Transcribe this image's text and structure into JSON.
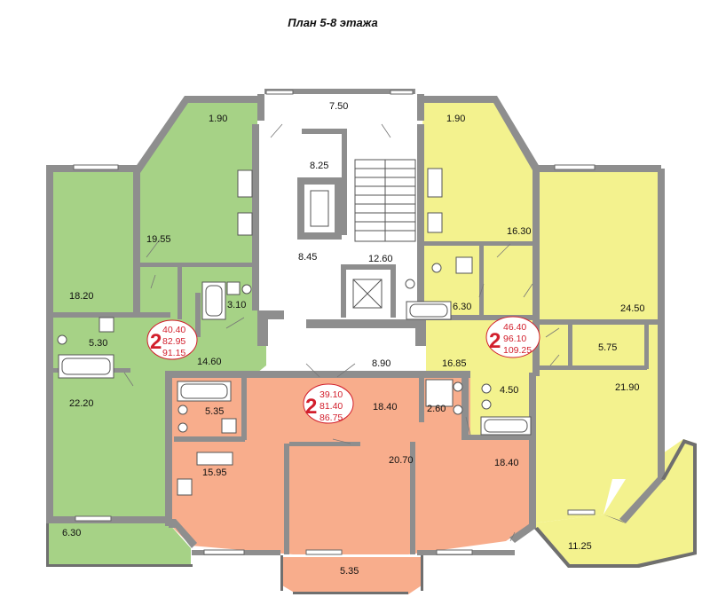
{
  "title": "План 5-8 этажа",
  "colors": {
    "green_apartment": "#a6d286",
    "yellow_apartment": "#f3f28e",
    "orange_apartment": "#f8ad8c",
    "common_area": "#ffffff",
    "badge_red": "#d21f2c",
    "wall": "#8e8e8e"
  },
  "rooms": {
    "g_balcony_top": "1.90",
    "g_kitchen": "19.55",
    "g_room_left": "18.20",
    "g_bath": "3.10",
    "g_wc": "5.30",
    "g_hall": "14.60",
    "g_room_bottom": "22.20",
    "g_balcony_bottom": "6.30",
    "c_landing_top": "7.50",
    "c_hall_a": "8.25",
    "c_hall_b": "8.45",
    "c_stairs": "12.60",
    "c_corridor": "8.90",
    "y_balcony_top": "1.90",
    "y_kitchen": "16.30",
    "y_bath": "6.30",
    "y_hall": "16.85",
    "y_room_top": "24.50",
    "y_storage": "5.75",
    "y_room_mid": "21.90",
    "y_wc": "4.50",
    "y_balcony_bottom": "11.25",
    "o_bath": "5.35",
    "o_hall": "18.40",
    "o_wc": "2.60",
    "o_kitchen": "15.95",
    "o_room_mid": "20.70",
    "o_room_right": "18.40",
    "o_balcony": "5.35"
  },
  "badges": {
    "green": {
      "rooms": "2",
      "area1": "40.40",
      "area2": "82.95",
      "area3": "91.15"
    },
    "orange": {
      "rooms": "2",
      "area1": "39.10",
      "area2": "81.40",
      "area3": "86.75"
    },
    "yellow": {
      "rooms": "2",
      "area1": "46.40",
      "area2": "96.10",
      "area3": "109.25"
    }
  }
}
